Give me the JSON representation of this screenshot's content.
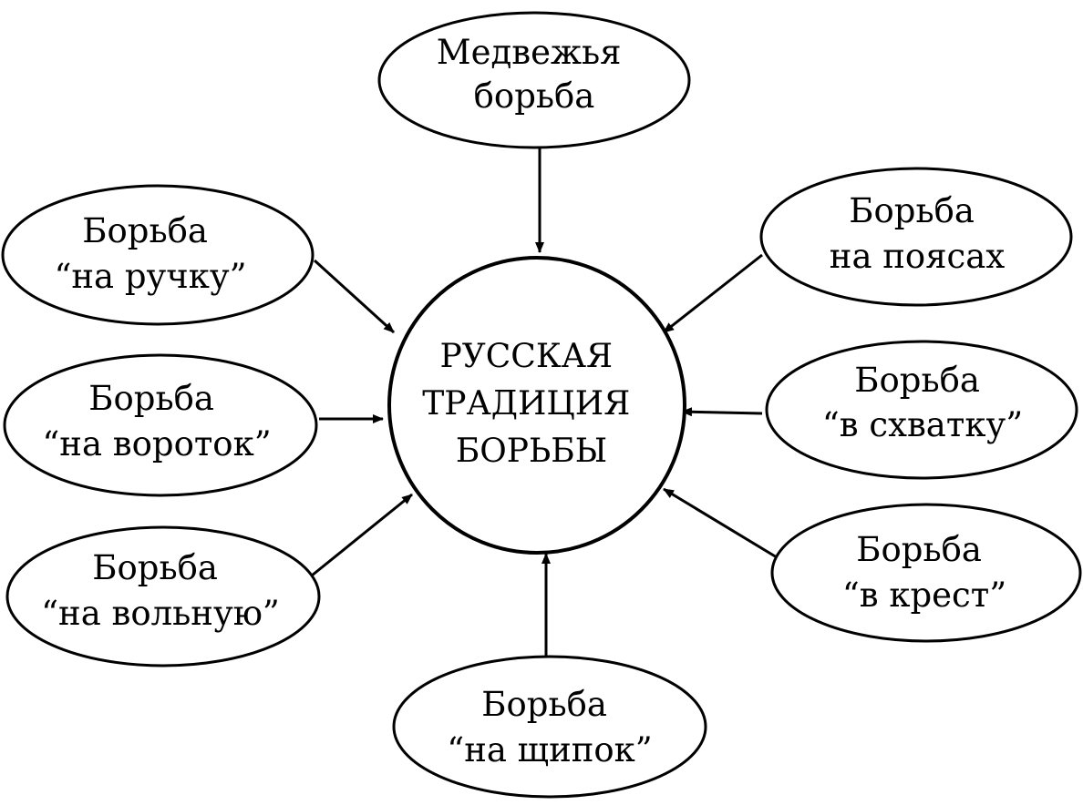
{
  "diagram": {
    "center": {
      "lines": [
        "РУССКАЯ",
        "ТРАДИЦИЯ",
        "БОРЬБЫ"
      ]
    },
    "nodes": [
      {
        "id": "medvezhya",
        "lines": [
          "Медвежья",
          "борьба"
        ]
      },
      {
        "id": "na-ruchku",
        "lines": [
          "Борьба",
          "“на ручку”"
        ]
      },
      {
        "id": "na-poyasakh",
        "lines": [
          "Борьба",
          "на поясах"
        ]
      },
      {
        "id": "na-vorotok",
        "lines": [
          "Борьба",
          "“на вороток”"
        ]
      },
      {
        "id": "v-skhvatku",
        "lines": [
          "Борьба",
          "“в схватку”"
        ]
      },
      {
        "id": "na-volnuyu",
        "lines": [
          "Борьба",
          "“на вольную”"
        ]
      },
      {
        "id": "v-krest",
        "lines": [
          "Борьба",
          "“в крест”"
        ]
      },
      {
        "id": "na-shchipok",
        "lines": [
          "Борьба",
          "“на щипок”"
        ]
      }
    ],
    "edges": [
      {
        "from": "medvezhya",
        "to": "center"
      },
      {
        "from": "na-ruchku",
        "to": "center"
      },
      {
        "from": "na-poyasakh",
        "to": "center"
      },
      {
        "from": "na-vorotok",
        "to": "center"
      },
      {
        "from": "v-skhvatku",
        "to": "center"
      },
      {
        "from": "na-volnuyu",
        "to": "center"
      },
      {
        "from": "v-krest",
        "to": "center"
      },
      {
        "from": "na-shchipok",
        "to": "center"
      }
    ]
  }
}
